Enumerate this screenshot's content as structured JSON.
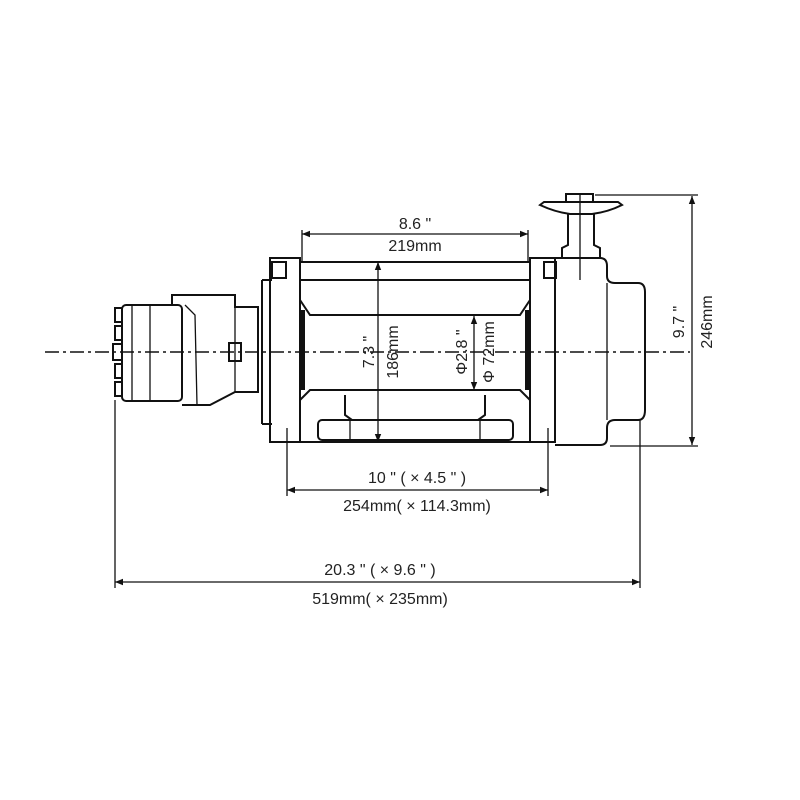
{
  "dimensions": {
    "drum_length_in": "8.6 \"",
    "drum_length_mm": "219mm",
    "flange_dia_in": "7.3 \"",
    "flange_dia_mm": "186mm",
    "drum_dia_in": "Φ2.8 \"",
    "drum_dia_mm": "Φ 72mm",
    "height_in": "9.7 \"",
    "height_mm": "246mm",
    "mount_in": "10 \" ( × 4.5 \" )",
    "mount_mm": "254mm( × 114.3mm)",
    "overall_in": "20.3 \" ( × 9.6 \" )",
    "overall_mm": "519mm( × 235mm)"
  },
  "colors": {
    "line": "#111111",
    "background": "#ffffff"
  }
}
